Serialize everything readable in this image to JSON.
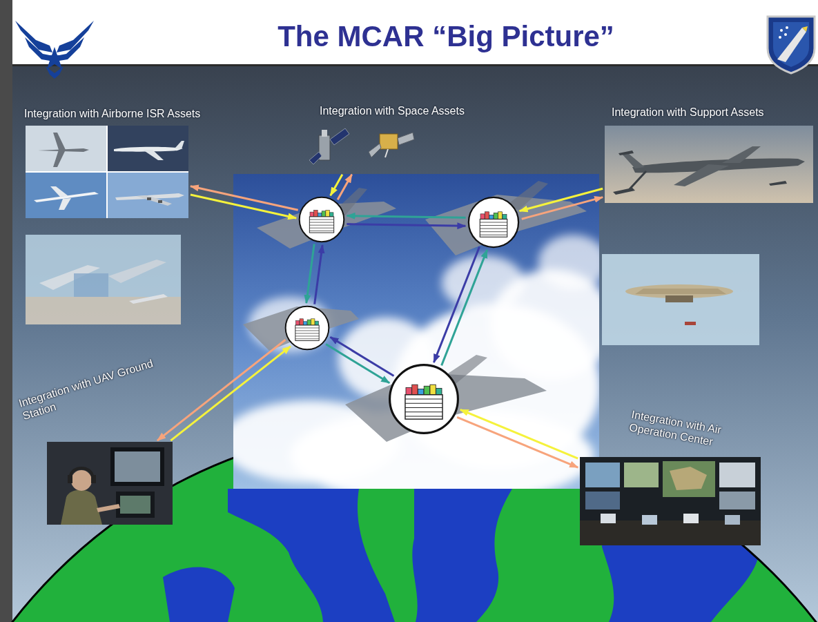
{
  "diagram": {
    "title": "The MCAR “Big Picture”",
    "nodes": [
      {
        "text": [
          "Integration with Airborne ISR Assets"
        ]
      },
      {
        "text": [
          "Integration with Space Assets"
        ]
      },
      {
        "text": [
          "Integration with Support Assets"
        ]
      },
      {
        "text": []
      },
      {
        "text": []
      },
      {
        "text": []
      },
      {
        "text": []
      },
      {
        "text": [
          "Integration with UAV Ground Station"
        ]
      },
      {
        "text": [
          "Integration with Air Operation Center"
        ]
      }
    ],
    "edges": [
      {
        "from": 0,
        "to": 3,
        "arrow": "to"
      },
      {
        "from": 3,
        "to": 0,
        "arrow": "to"
      },
      {
        "from": 1,
        "to": 3,
        "arrow": "to"
      },
      {
        "from": 3,
        "to": 1,
        "arrow": "to"
      },
      {
        "from": 2,
        "to": 4,
        "arrow": "to"
      },
      {
        "from": 4,
        "to": 2,
        "arrow": "to"
      },
      {
        "from": 3,
        "to": 4,
        "arrow": "to"
      },
      {
        "from": 4,
        "to": 3,
        "arrow": "to"
      },
      {
        "from": 3,
        "to": 5,
        "arrow": "to"
      },
      {
        "from": 5,
        "to": 3,
        "arrow": "to"
      },
      {
        "from": 5,
        "to": 6,
        "arrow": "to"
      },
      {
        "from": 6,
        "to": 5,
        "arrow": "to"
      },
      {
        "from": 4,
        "to": 6,
        "arrow": "to"
      },
      {
        "from": 6,
        "to": 4,
        "arrow": "to"
      },
      {
        "from": 7,
        "to": 5,
        "arrow": "to"
      },
      {
        "from": 5,
        "to": 7,
        "arrow": "to"
      },
      {
        "from": 8,
        "to": 6,
        "arrow": "to"
      },
      {
        "from": 6,
        "to": 8,
        "arrow": "to"
      }
    ]
  }
}
